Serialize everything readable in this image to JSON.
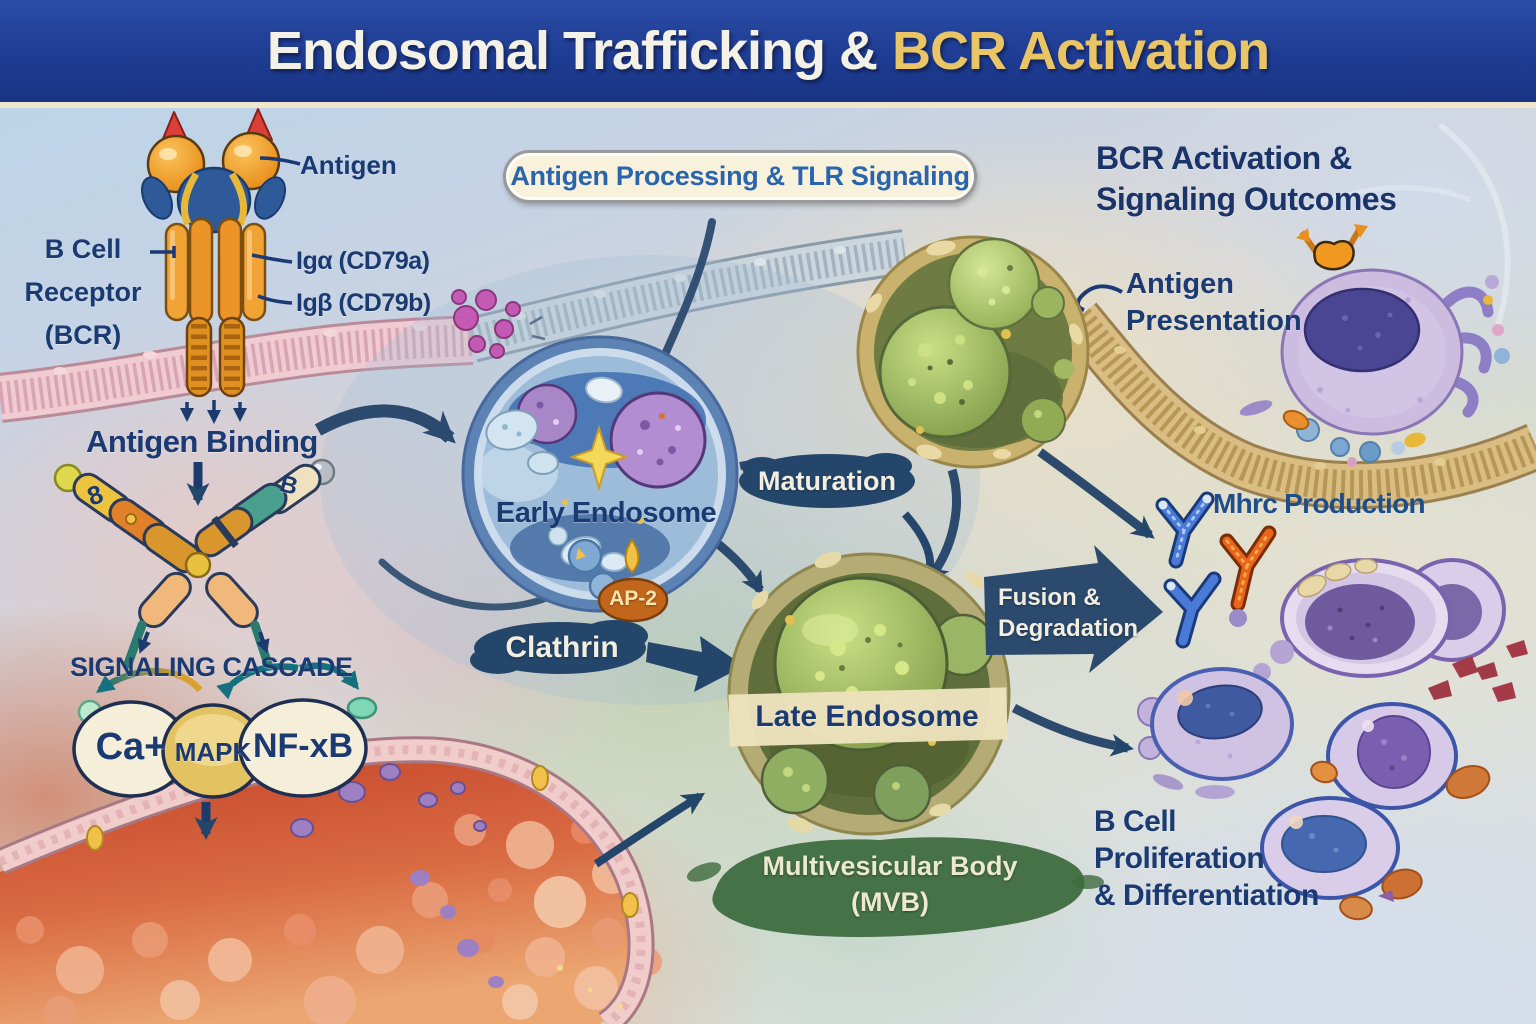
{
  "title": {
    "white_part": "Endosomal Trafficking &",
    "gold_part": "BCR Activation"
  },
  "receptor": {
    "antigen_label": "Antigen",
    "bcr_lines": [
      "B Cell",
      "Receptor",
      "(BCR)"
    ],
    "ig_alpha": "Igα (CD79a)",
    "ig_beta": "Igβ (CD79b)"
  },
  "left_pathway": {
    "antigen_binding": "Antigen Binding",
    "antibody_marks": [
      "8",
      "B"
    ],
    "signaling_cascade": "SIGNALING CASCADE",
    "cascade_nodes": [
      "Ca+",
      "MAPK",
      "NF-xB"
    ]
  },
  "processing": {
    "banner": "Antigen Processing & TLR Signaling",
    "early_endosome": "Early Endosome",
    "ap2": "AP-2",
    "clathrin": "Clathrin",
    "maturation": "Maturation",
    "late_endosome": "Late Endosome",
    "mvb_lines": [
      "Multivesicular Body",
      "(MVB)"
    ]
  },
  "outcomes": {
    "heading_lines": [
      "BCR Activation &",
      "Signaling Outcomes"
    ],
    "antigen_presentation_lines": [
      "Antigen",
      "Presentation"
    ],
    "fusion_lines": [
      "Fusion &",
      "Degradation"
    ],
    "mhc_production": "Mhrc Production",
    "b_cell_lines": [
      "B Cell",
      "Proliferation",
      "& Differentiation"
    ]
  },
  "colors": {
    "banner-bg": "#1f3e96",
    "title-white": "#f4f1e6",
    "title-gold": "#e9c566",
    "divider-cream": "#efe6cc",
    "navy": "#1b3a72",
    "blue": "#2a64ad",
    "arrow-navy": "#2b4a6d",
    "teal": "#15707e",
    "label-cream": "#f2efe2",
    "pill-bg": "#f8f1dc",
    "pill-border": "#98999b",
    "mvb-green": "#3e6b3f",
    "mvb-text": "#ece9cf",
    "ap2-orange": "#c2661c",
    "gold": "#f0c040"
  }
}
